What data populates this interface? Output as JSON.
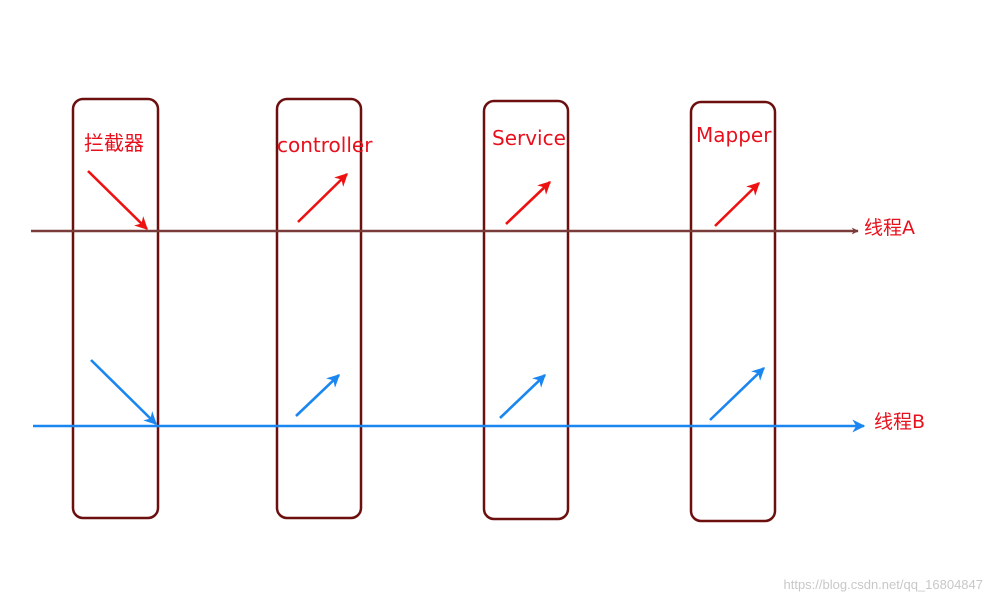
{
  "colors": {
    "box_stroke": "#6b0f0f",
    "label_text": "#e8101c",
    "thread_a_line": "#7a3b3b",
    "thread_a_arrows": "#ee1111",
    "thread_b": "#1a86f0",
    "watermark": "#c8c8c8"
  },
  "layers": [
    {
      "label": "拦截器"
    },
    {
      "label": "controller"
    },
    {
      "label": "Service"
    },
    {
      "label": "Mapper"
    }
  ],
  "threads": [
    {
      "label": "线程A"
    },
    {
      "label": "线程B"
    }
  ],
  "watermark": "https://blog.csdn.net/qq_16804847"
}
